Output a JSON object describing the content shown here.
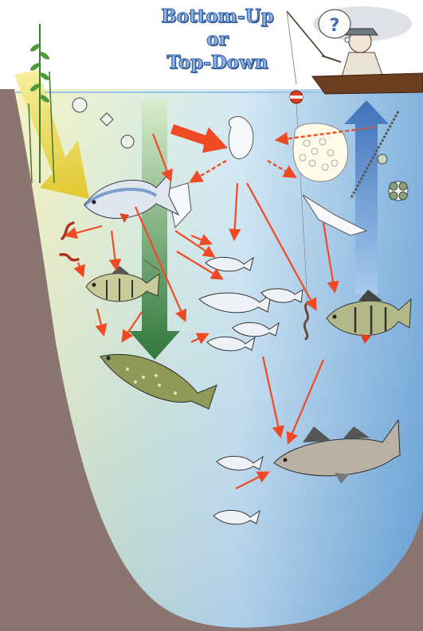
{
  "title": {
    "line1": "Bottom-Up",
    "line2": "or",
    "line3": "Top-Down"
  },
  "thought_bubble": "?",
  "colors": {
    "water_surface": "#bfe0f0",
    "water_deep": "#6ea6d8",
    "shore_left": "#f4f0b8",
    "sediment": "#8a7570",
    "arrow_red": "#f04a24",
    "arrow_yellow": "#e8d640",
    "arrow_green": "#2e7d32",
    "arrow_blue": "#3a76c4"
  },
  "icons": [
    "fisherman-icon",
    "boat-icon",
    "fishing-rod-icon",
    "bobber-icon",
    "reed-plant-icon",
    "phytoplankton-icon",
    "zooplankton-icon",
    "roach-fish-icon",
    "perch-fish-icon",
    "pike-fish-icon",
    "smelt-fish-icon",
    "zander-fish-icon",
    "worm-icon",
    "fish-eggs-icon"
  ]
}
